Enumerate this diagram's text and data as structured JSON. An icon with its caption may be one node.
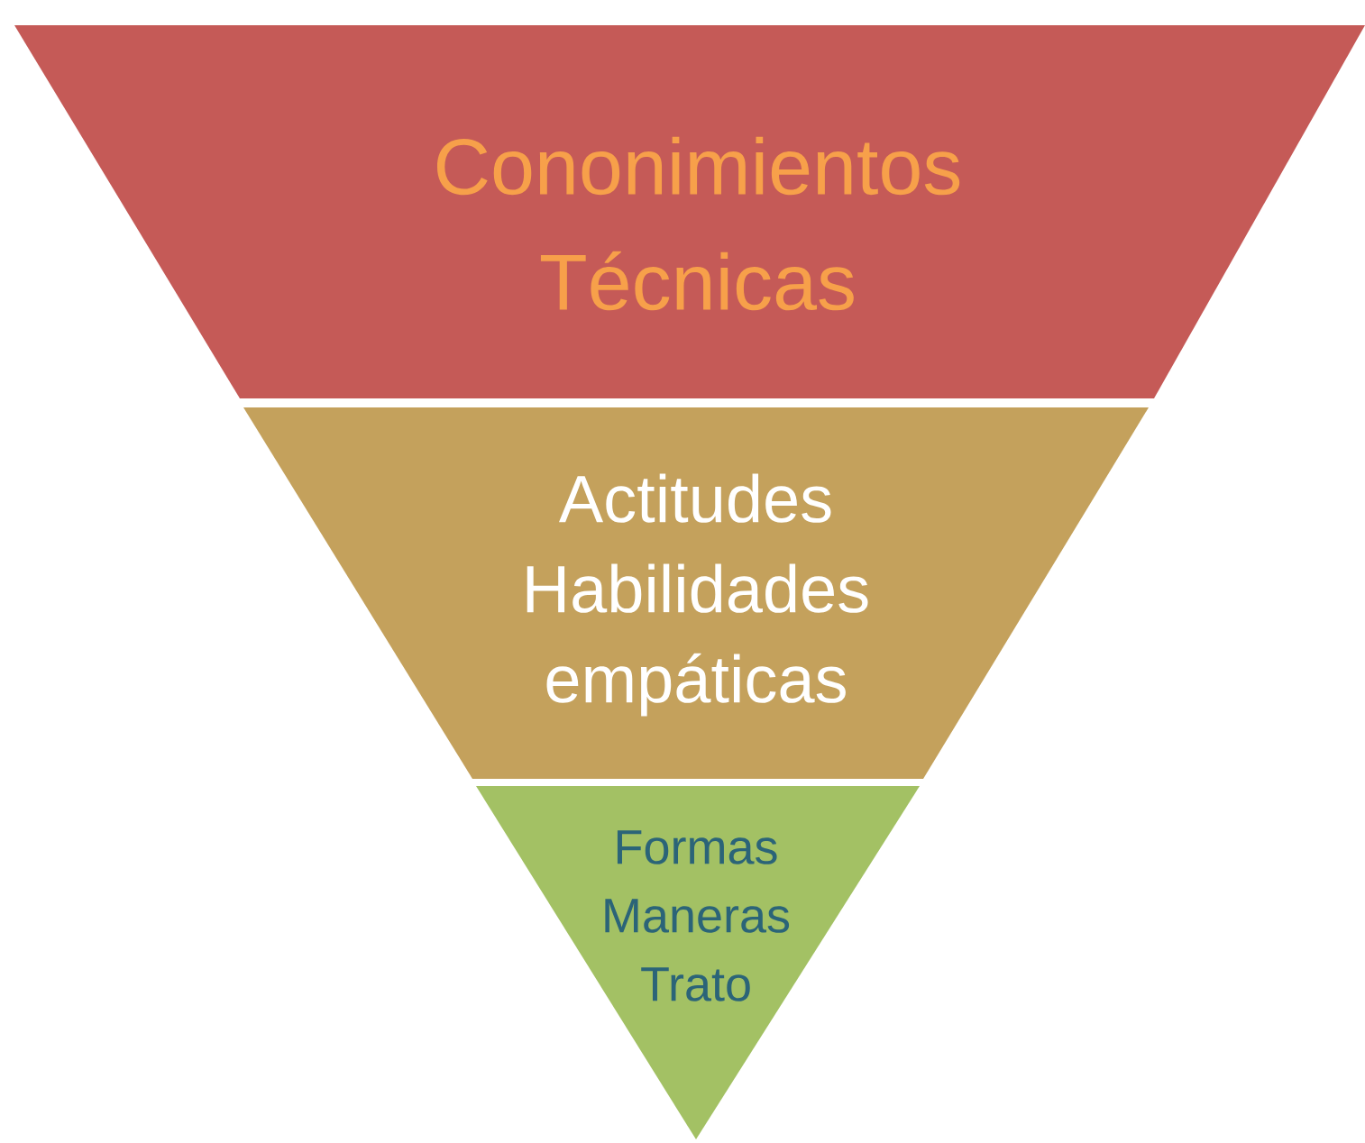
{
  "diagram": {
    "nodes": [
      {
        "text": [
          "Cononimientos",
          "Técnicas"
        ]
      },
      {
        "text": [
          "Actitudes",
          "Habilidades",
          "empáticas"
        ]
      },
      {
        "text": [
          "Formas",
          "Maneras",
          "Trato"
        ]
      }
    ]
  }
}
